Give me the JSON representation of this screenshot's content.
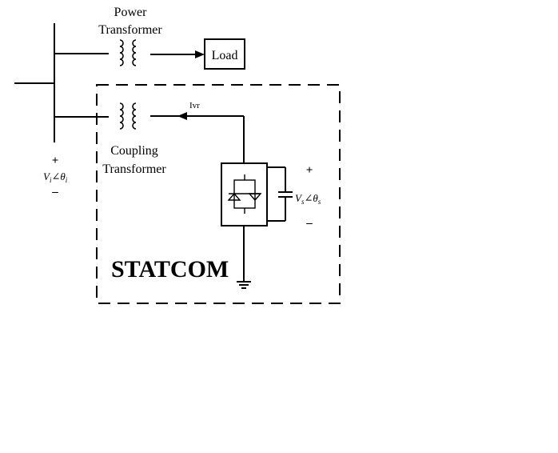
{
  "labels": {
    "power_transformer_line1": "Power",
    "power_transformer_line2": "Transformer",
    "load": "Load",
    "current": "Ivr",
    "coupling_transformer_line1": "Coupling",
    "coupling_transformer_line2": "Transformer",
    "statcom": "STATCOM",
    "plus": "+",
    "minus": "–"
  },
  "voltages": {
    "bus": {
      "symbol": "V",
      "subscript": "i",
      "angle_symbol": "∠θ",
      "angle_subscript": "i"
    },
    "converter": {
      "symbol": "V",
      "subscript": "s",
      "angle_symbol": "∠θ",
      "angle_subscript": "s"
    }
  }
}
